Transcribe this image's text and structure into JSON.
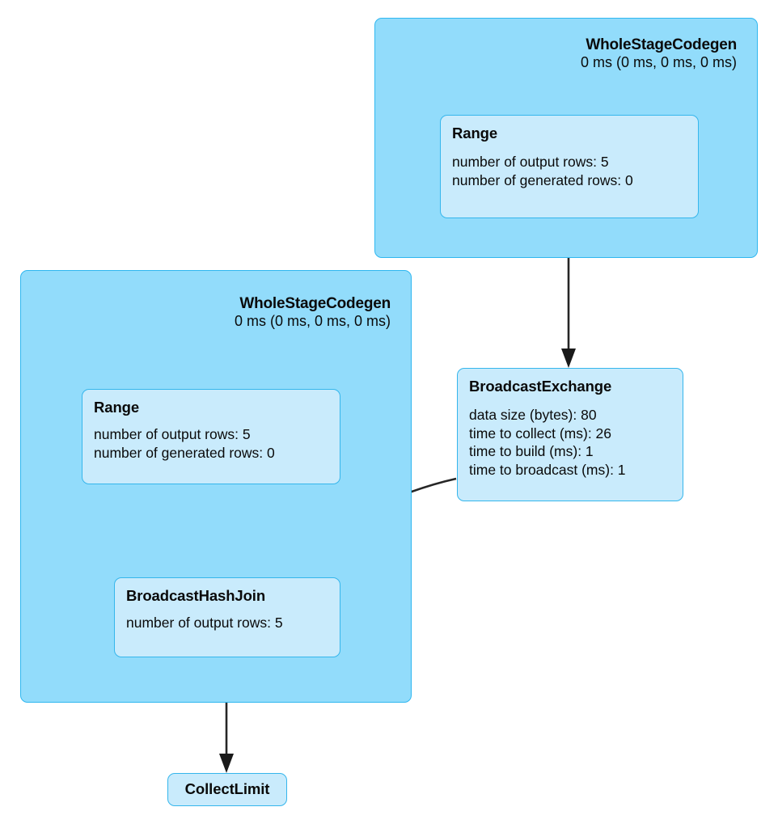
{
  "diagram": {
    "type": "spark-sql-query-execution-plan",
    "colors": {
      "cluster_fill": "#92dcfb",
      "cluster_border": "#2fb7f0",
      "node_fill": "#c9ebfc",
      "node_border": "#35b6ec",
      "edge": "#262626",
      "text": "#0a0a0a",
      "background": "#ffffff"
    },
    "clusters": [
      {
        "id": "wsc-top",
        "title": "WholeStageCodegen",
        "metric": "0 ms (0 ms, 0 ms, 0 ms)"
      },
      {
        "id": "wsc-left",
        "title": "WholeStageCodegen",
        "metric": "0 ms (0 ms, 0 ms, 0 ms)"
      }
    ],
    "nodes": [
      {
        "id": "range-top",
        "title": "Range",
        "metrics": [
          "number of output rows: 5",
          "number of generated rows: 0"
        ]
      },
      {
        "id": "broadcast-exchange",
        "title": "BroadcastExchange",
        "metrics": [
          "data size (bytes): 80",
          "time to collect (ms): 26",
          "time to build (ms): 1",
          "time to broadcast (ms): 1"
        ]
      },
      {
        "id": "range-left",
        "title": "Range",
        "metrics": [
          "number of output rows: 5",
          "number of generated rows: 0"
        ]
      },
      {
        "id": "broadcast-hash-join",
        "title": "BroadcastHashJoin",
        "metrics": [
          "number of output rows: 5"
        ]
      },
      {
        "id": "collect-limit",
        "title": "CollectLimit",
        "metrics": []
      }
    ],
    "edges": [
      {
        "from": "range-top",
        "to": "broadcast-exchange"
      },
      {
        "from": "broadcast-exchange",
        "to": "broadcast-hash-join"
      },
      {
        "from": "range-left",
        "to": "broadcast-hash-join"
      },
      {
        "from": "broadcast-hash-join",
        "to": "collect-limit"
      }
    ]
  }
}
